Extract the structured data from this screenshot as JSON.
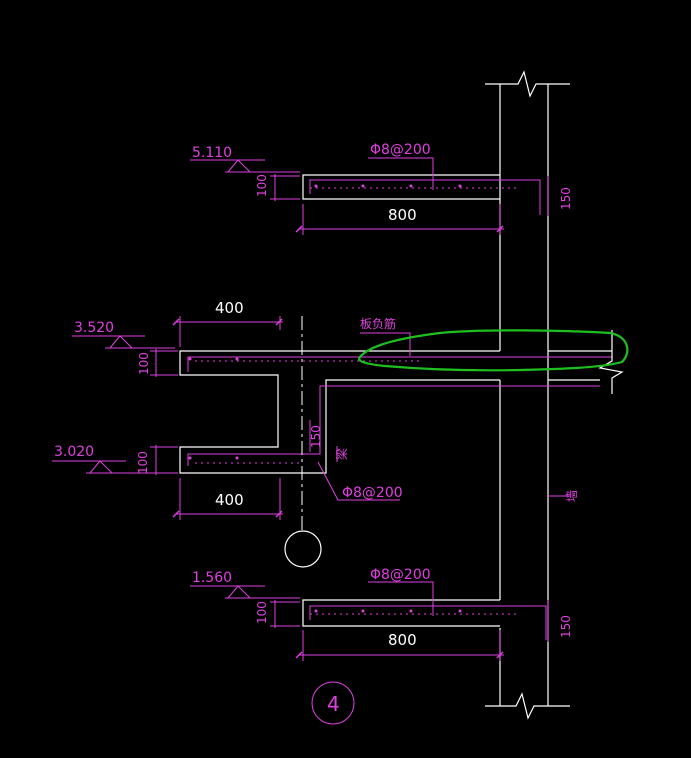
{
  "elevations": {
    "top": "5.110",
    "mid_upper": "3.520",
    "mid_lower": "3.020",
    "bottom": "1.560"
  },
  "dims": {
    "top_thickness": "100",
    "top_width": "800",
    "top_height": "150",
    "mid_width_top": "400",
    "mid_upper_thickness": "100",
    "mid_lower_thickness": "100",
    "mid_width_bottom": "400",
    "mid_vertical": "150",
    "bottom_thickness": "100",
    "bottom_width": "800",
    "bottom_height": "150"
  },
  "rebar": {
    "top": "Φ8@200",
    "mid": "Φ8@200",
    "bottom": "Φ8@200"
  },
  "labels": {
    "slab_rebar": "板负筋",
    "beam": "梁",
    "wall": "墙"
  },
  "detail_number": "4",
  "colors": {
    "background": "#000000",
    "lines": "#ffffff",
    "annotation": "#e040e0",
    "markup": "#1fbf1f"
  }
}
